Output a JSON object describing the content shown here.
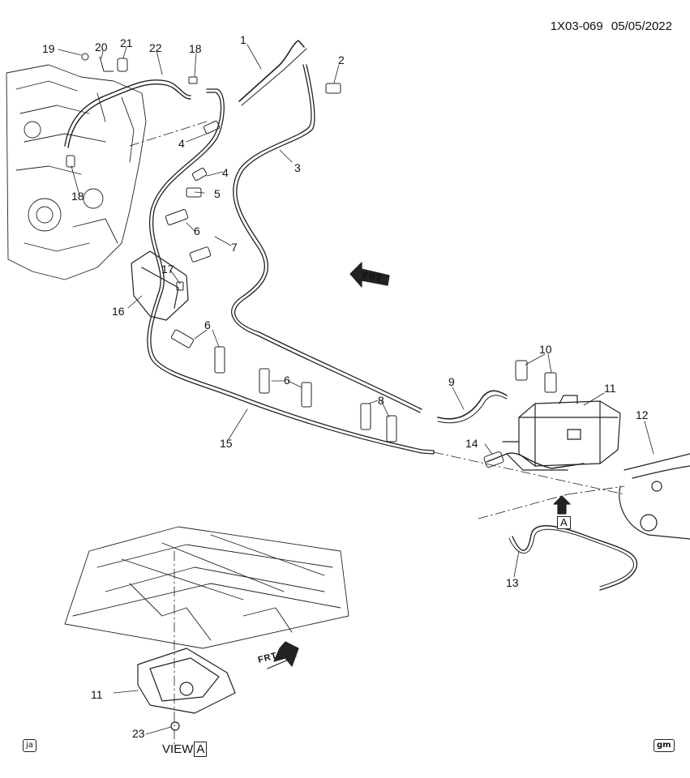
{
  "header": {
    "code": "1X03-069",
    "date": "05/05/2022"
  },
  "corner_left": "ja",
  "corner_right": "gm",
  "view_label": {
    "text": "VIEW",
    "letter": "A"
  },
  "arrow_box_letter": "A",
  "frt_label": "FRT",
  "callouts": [
    "1",
    "2",
    "3",
    "4",
    "4",
    "5",
    "6",
    "7",
    "17",
    "16",
    "6",
    "6",
    "6",
    "8",
    "15",
    "9",
    "10",
    "11",
    "12",
    "14",
    "13",
    "18",
    "19",
    "20",
    "21",
    "22",
    "18",
    "11",
    "23"
  ]
}
